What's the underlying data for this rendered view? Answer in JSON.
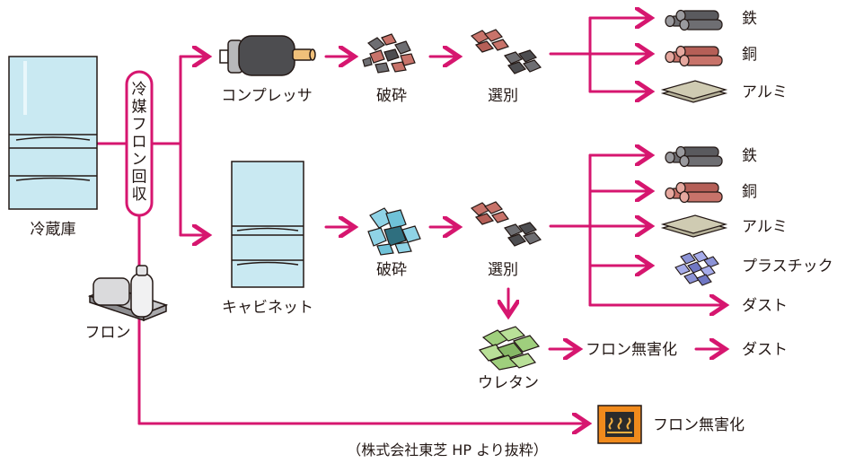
{
  "labels": {
    "refrigerator": "冷蔵庫",
    "refrigerant_recovery": "冷媒フロン回収",
    "freon": "フロン",
    "compressor": "コンプレッサ",
    "cabinet": "キャビネット",
    "crush_top": "破砕",
    "crush_mid": "破砕",
    "sort_top": "選別",
    "sort_mid": "選別",
    "urethane": "ウレタン",
    "top_outputs": [
      "鉄",
      "銅",
      "アルミ"
    ],
    "mid_outputs": [
      "鉄",
      "銅",
      "アルミ",
      "プラスチック",
      "ダスト"
    ],
    "urethane_freon_detox": "フロン無害化",
    "urethane_dust": "ダスト",
    "bottom_freon_detox": "フロン無害化",
    "source_note": "（株式会社東芝 HP より抜粋）"
  },
  "colors": {
    "flow_line": "#d6166f",
    "fridge_body": "#c9e9f2",
    "iron": "#6e6e72",
    "copper": "#c8736a",
    "aluminum": "#b6b29a",
    "plastic": "#8c93d6",
    "urethane": "#9fcf7d",
    "incinerator": "#f08a1c"
  },
  "icons": {
    "iron": "steel-rods-icon",
    "copper": "copper-rods-icon",
    "aluminum": "aluminum-sheet-icon",
    "plastic": "plastic-pieces-icon",
    "incinerator": "heater-icon"
  }
}
